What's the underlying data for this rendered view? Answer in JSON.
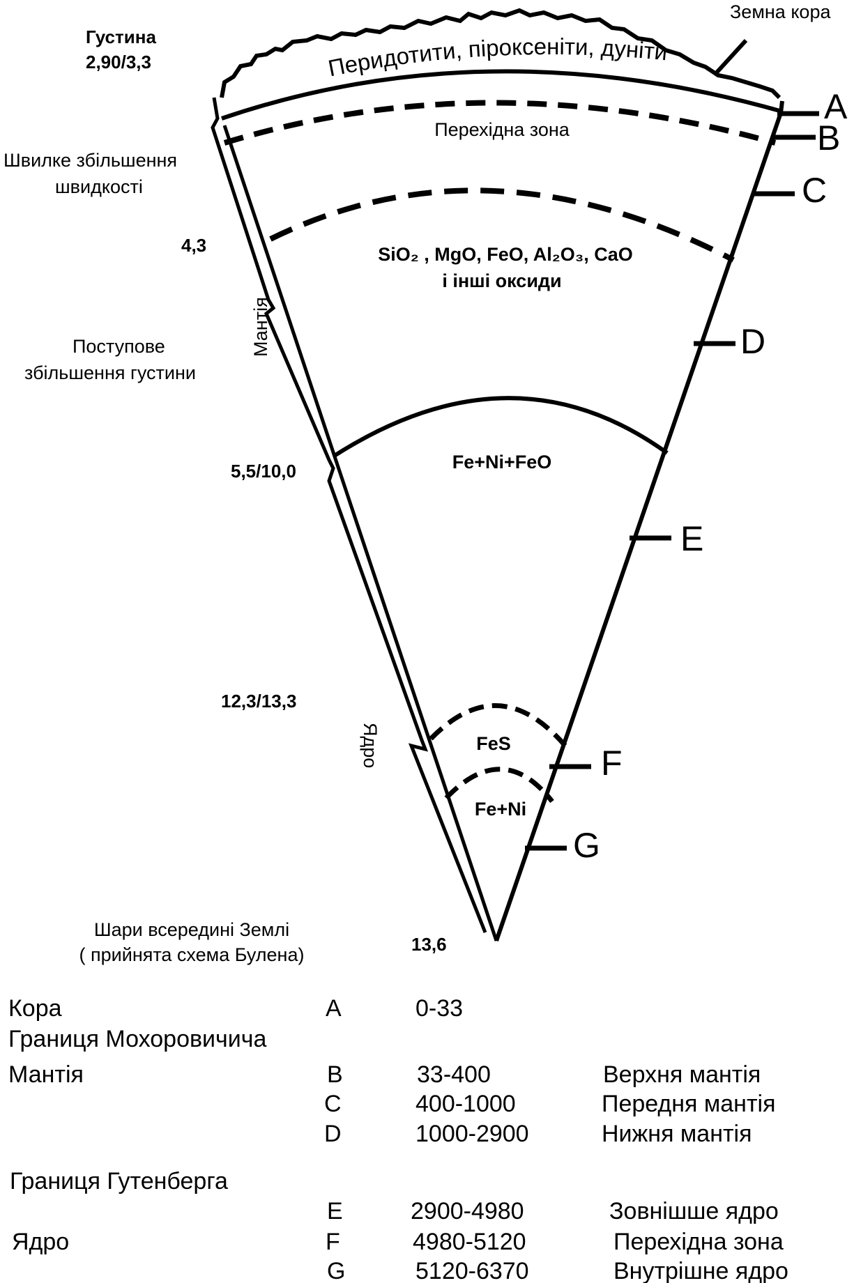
{
  "diagram": {
    "crust_label": "Земна кора",
    "density_title": "Густина",
    "density_top": "2,90/3,3",
    "fast_velocity_1": "Швилке збільшення",
    "fast_velocity_2": "швидкості",
    "density_43": "4,3",
    "mantle_label": "Мантія",
    "gradual_1": "Поступове",
    "gradual_2": "збільшення густини",
    "density_55": "5,5/10,0",
    "density_123": "12,3/13,3",
    "core_label": "Ядро",
    "density_136": "13,6",
    "peridotite_label": "Перидотити, піроксеніти, дуніти",
    "transition_label": "Перехідна зона",
    "oxides_1": "SiO₂ , MgO, FeO, Al₂O₃, CaO",
    "oxides_2": "і інші оксиди",
    "fenifeo_label": "Fe+Ni+FeO",
    "fes_label": "FeS",
    "feni_label": "Fe+Ni",
    "caption_1": "Шари всередині Землі",
    "caption_2": "( прийнята схема Булена)",
    "markers": [
      "A",
      "B",
      "C",
      "D",
      "E",
      "F",
      "G"
    ]
  },
  "legend": {
    "kora": "Кора",
    "moho": "Границя Мохоровичича",
    "mantle": "Мантія",
    "gutenberg": "Границя Гутенберга",
    "core": "Ядро",
    "rows": [
      {
        "letter": "A",
        "range": "0-33",
        "name": ""
      },
      {
        "letter": "B",
        "range": "33-400",
        "name": "Верхня мантія"
      },
      {
        "letter": "C",
        "range": "400-1000",
        "name": "Передня мантія"
      },
      {
        "letter": "D",
        "range": "1000-2900",
        "name": "Нижня мантія"
      },
      {
        "letter": "E",
        "range": "2900-4980",
        "name": "Зовнішше ядро"
      },
      {
        "letter": "F",
        "range": "4980-5120",
        "name": "Перехідна зона"
      },
      {
        "letter": "G",
        "range": "5120-6370",
        "name": "Внутрішне ядро"
      }
    ]
  }
}
